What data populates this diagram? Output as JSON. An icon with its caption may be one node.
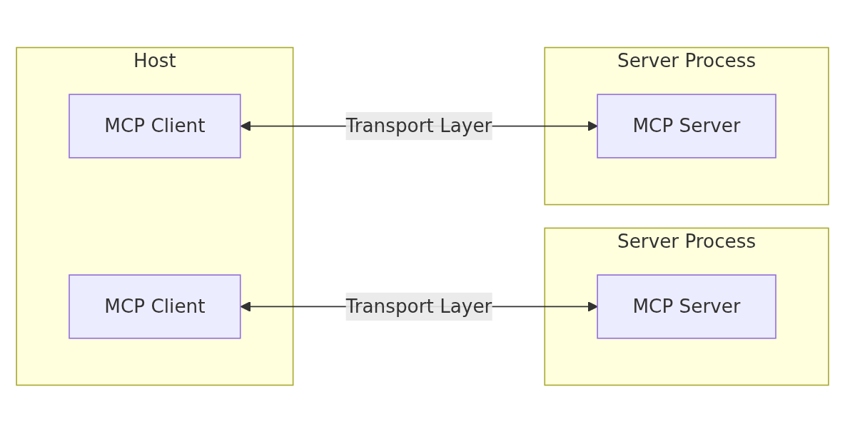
{
  "diagram": {
    "nodes": [
      {
        "text": [
          "Host"
        ]
      },
      {
        "text": [
          "MCP Client"
        ],
        "in": 0
      },
      {
        "text": [
          "MCP Client"
        ],
        "in": 0
      },
      {
        "text": [
          "Server Process"
        ]
      },
      {
        "text": [
          "MCP Server"
        ],
        "in": 3
      },
      {
        "text": [
          "Server Process"
        ]
      },
      {
        "text": [
          "MCP Server"
        ],
        "in": 5
      }
    ],
    "edges": [
      {
        "from": 1,
        "to": 4,
        "label": "Transport Layer",
        "arrow": "both"
      },
      {
        "from": 2,
        "to": 6,
        "label": "Transport Layer",
        "arrow": "both"
      }
    ]
  }
}
